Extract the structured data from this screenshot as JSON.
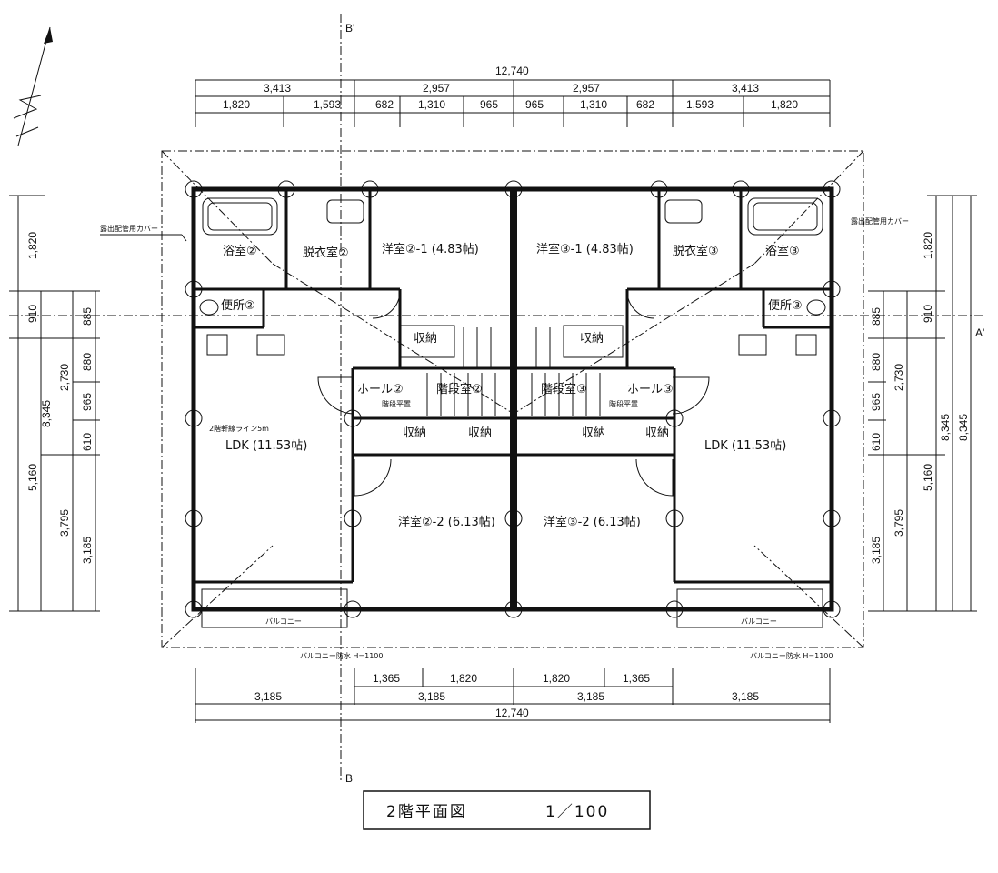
{
  "title": {
    "name": "2階平面図",
    "scale": "1／100"
  },
  "section_marks": {
    "b_prime": "B'",
    "b": "B",
    "a_prime": "A'"
  },
  "top_dims": {
    "total": "12,740",
    "row2": [
      "3,413",
      "2,957",
      "2,957",
      "3,413"
    ],
    "row3": [
      "1,820",
      "1,593",
      "682",
      "1,310",
      "965",
      "965",
      "1,310",
      "682",
      "1,593",
      "1,820"
    ]
  },
  "bottom_dims": {
    "row1": [
      "1,365",
      "1,820",
      "1,820",
      "1,365"
    ],
    "row2": [
      "3,185",
      "3,185",
      "3,185",
      "3,185"
    ],
    "total": "12,740"
  },
  "left_dims": {
    "outer": [
      "1,820",
      "910",
      "5,160"
    ],
    "middle": [
      "2,730",
      "3,795"
    ],
    "inner": [
      "885",
      "880",
      "965",
      "610",
      "3,185"
    ],
    "clipped": "8,345"
  },
  "right_dims": {
    "outer": [
      "1,820",
      "910",
      "5,160"
    ],
    "middle": [
      "2,730",
      "3,795"
    ],
    "inner": [
      "885",
      "880",
      "965",
      "610",
      "3,185"
    ],
    "totals": [
      "8,345",
      "8,345"
    ]
  },
  "rooms": {
    "bath2": "浴室②",
    "dress2": "脱衣室②",
    "western2_1": "洋室②-1 (4.83帖)",
    "western3_1": "洋室③-1 (4.83帖)",
    "dress3": "脱衣室③",
    "bath3": "浴室③",
    "toilet2": "便所②",
    "toilet3": "便所③",
    "storage_a": "収納",
    "storage_b": "収納",
    "hall2": "ホール②",
    "stair2": "階段室②",
    "stair3": "階段室③",
    "hall3": "ホール③",
    "landing2": "階段平置",
    "landing3": "階段平置",
    "closet1": "収納",
    "closet2": "収納",
    "closet3": "収納",
    "closet4": "収納",
    "ldk2": "LDK (11.53帖)",
    "ldk3": "LDK (11.53帖)",
    "western2_2": "洋室②-2 (6.13帖)",
    "western3_2": "洋室③-2 (6.13帖)"
  },
  "notes": {
    "pipe_cover_left": "露出配管用カバー",
    "pipe_cover_right": "露出配管用カバー",
    "eave_line": "2階軒線ライン5m",
    "balcony_left": "バルコニー",
    "balcony_right": "バルコニー",
    "balcony_note_left": "バルコニー防水 H=1100",
    "balcony_note_right": "バルコニー防水 H=1100"
  }
}
